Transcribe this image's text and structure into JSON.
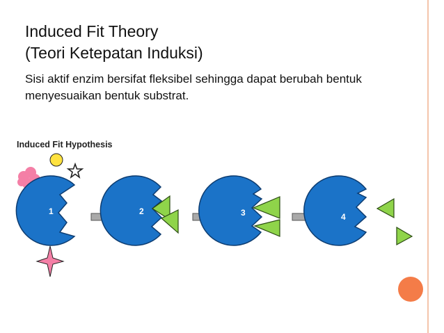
{
  "slide": {
    "title_line1": "Induced Fit Theory",
    "title_line2": "(Teori Ketepatan Induksi)",
    "description": "Sisi aktif enzim bersifat fleksibel sehingga dapat berubah bentuk menyesuaikan bentuk substrat."
  },
  "diagram": {
    "heading": "Induced Fit Hypothesis",
    "stages": [
      {
        "label": "1"
      },
      {
        "label": "2"
      },
      {
        "label": "3"
      },
      {
        "label": "4"
      }
    ]
  },
  "colors": {
    "enzyme": "#1b73c8",
    "enzyme_outline": "#0d3c70",
    "substrate": "#8fd44a",
    "arrow": "#a9a9a9",
    "accent": "#f47c48",
    "edge": "#f4c4aa",
    "decor_pink": "#f47fa6",
    "decor_yellow": "#ffe23f",
    "decor_purple": "#8c86d6"
  }
}
